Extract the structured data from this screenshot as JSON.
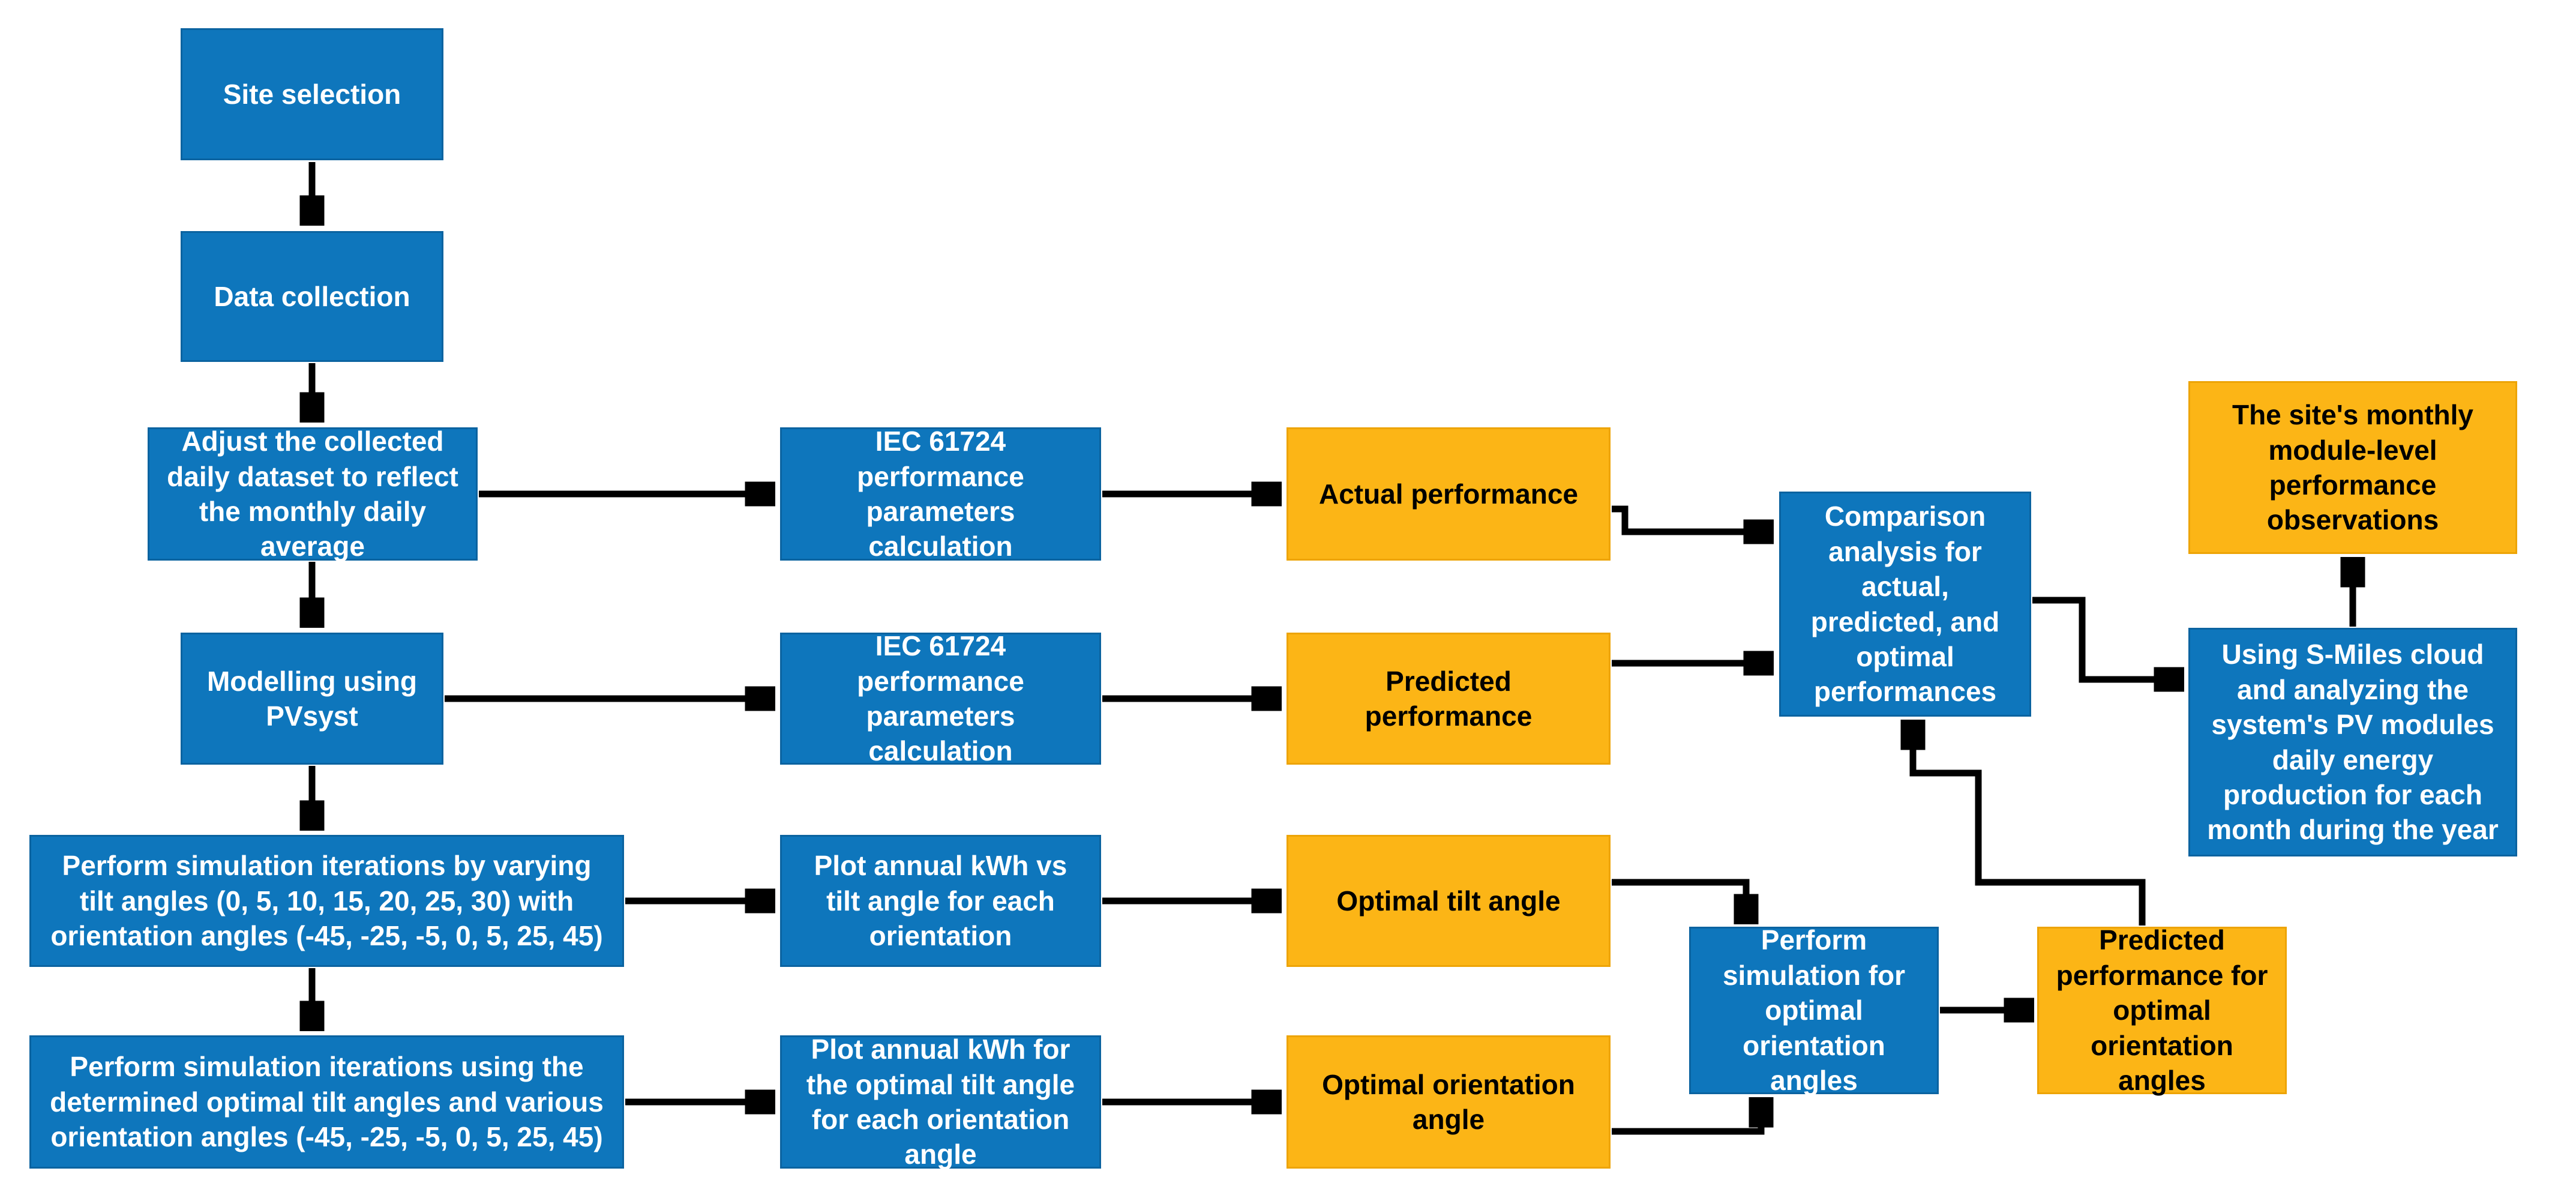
{
  "diagram": {
    "description": "PV system performance analysis methodology flowchart",
    "colors": {
      "process_box": "#0e76bc",
      "result_box": "#fcb516",
      "process_text": "#ffffff",
      "result_text": "#000000",
      "connector": "#000000",
      "background": "#ffffff"
    },
    "nodes": [
      {
        "id": "site-selection",
        "type": "process",
        "label": "Site selection"
      },
      {
        "id": "data-collection",
        "type": "process",
        "label": "Data collection"
      },
      {
        "id": "adjust-dataset",
        "type": "process",
        "label": "Adjust the collected daily dataset to reflect the monthly daily average"
      },
      {
        "id": "modelling-pvsyst",
        "type": "process",
        "label": "Modelling using PVsyst"
      },
      {
        "id": "sim-tilt",
        "type": "process",
        "label": "Perform simulation iterations by varying tilt angles (0, 5, 10, 15, 20, 25, 30) with orientation angles (-45, -25, -5, 0, 5, 25, 45)"
      },
      {
        "id": "sim-orientation",
        "type": "process",
        "label": "Perform simulation iterations using the determined optimal tilt angles and various orientation angles (-45, -25, -5, 0, 5, 25, 45)"
      },
      {
        "id": "iec-actual",
        "type": "process",
        "label": "IEC 61724 performance parameters calculation"
      },
      {
        "id": "iec-predicted",
        "type": "process",
        "label": "IEC 61724 performance parameters calculation"
      },
      {
        "id": "plot-tilt",
        "type": "process",
        "label": "Plot annual kWh vs tilt angle for each orientation"
      },
      {
        "id": "plot-orientation",
        "type": "process",
        "label": "Plot annual kWh for the optimal tilt angle for each orientation angle"
      },
      {
        "id": "actual-performance",
        "type": "result",
        "label": "Actual performance"
      },
      {
        "id": "predicted-performance",
        "type": "result",
        "label": "Predicted performance"
      },
      {
        "id": "optimal-tilt",
        "type": "result",
        "label": "Optimal tilt angle"
      },
      {
        "id": "optimal-orientation",
        "type": "result",
        "label": "Optimal orientation angle"
      },
      {
        "id": "comparison",
        "type": "process",
        "label": "Comparison analysis for actual, predicted, and optimal performances"
      },
      {
        "id": "sim-optimal-orientation",
        "type": "process",
        "label": "Perform simulation for optimal orientation angles"
      },
      {
        "id": "predicted-optimal",
        "type": "result",
        "label": "Predicted performance for optimal orientation angles"
      },
      {
        "id": "monthly-observations",
        "type": "result",
        "label": "The site's monthly module-level performance observations"
      },
      {
        "id": "smiles-cloud",
        "type": "process",
        "label": "Using S-Miles cloud and analyzing the system's PV modules daily energy production for each month during the year"
      }
    ],
    "connections": [
      {
        "from": "site-selection",
        "to": "data-collection"
      },
      {
        "from": "data-collection",
        "to": "adjust-dataset"
      },
      {
        "from": "adjust-dataset",
        "to": "modelling-pvsyst"
      },
      {
        "from": "modelling-pvsyst",
        "to": "sim-tilt"
      },
      {
        "from": "sim-tilt",
        "to": "sim-orientation"
      },
      {
        "from": "adjust-dataset",
        "to": "iec-actual"
      },
      {
        "from": "modelling-pvsyst",
        "to": "iec-predicted"
      },
      {
        "from": "sim-tilt",
        "to": "plot-tilt"
      },
      {
        "from": "sim-orientation",
        "to": "plot-orientation"
      },
      {
        "from": "iec-actual",
        "to": "actual-performance"
      },
      {
        "from": "iec-predicted",
        "to": "predicted-performance"
      },
      {
        "from": "plot-tilt",
        "to": "optimal-tilt"
      },
      {
        "from": "plot-orientation",
        "to": "optimal-orientation"
      },
      {
        "from": "actual-performance",
        "to": "comparison"
      },
      {
        "from": "predicted-performance",
        "to": "comparison"
      },
      {
        "from": "comparison",
        "to": "smiles-cloud"
      },
      {
        "from": "smiles-cloud",
        "to": "monthly-observations"
      },
      {
        "from": "optimal-tilt",
        "to": "sim-optimal-orientation"
      },
      {
        "from": "optimal-orientation",
        "to": "sim-optimal-orientation"
      },
      {
        "from": "sim-optimal-orientation",
        "to": "predicted-optimal"
      },
      {
        "from": "predicted-optimal",
        "to": "comparison"
      }
    ]
  }
}
